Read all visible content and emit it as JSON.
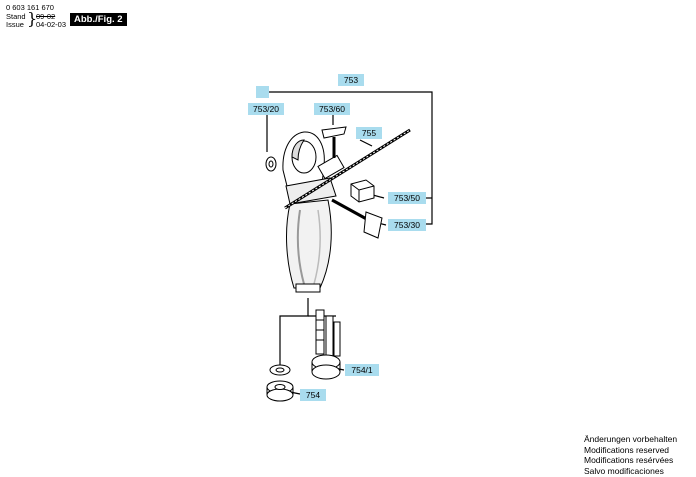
{
  "header": {
    "part_number": "0 603 161 670",
    "stand_label": "Stand",
    "issue_label": "Issue",
    "stand_value": "09-02",
    "issue_value": "04-02-03",
    "figure_tag": "Abb./Fig. 2"
  },
  "callouts": {
    "c753": "753",
    "c753_20": "753/20",
    "c753_60": "753/60",
    "c755": "755",
    "c753_50": "753/50",
    "c753_30": "753/30",
    "c754_1": "754/1",
    "c754": "754"
  },
  "notes": [
    "Änderungen vorbehalten",
    "Modifications reserved",
    "Modifications resérvées",
    "Salvo modificaciones"
  ],
  "colors": {
    "callout_fill": "#a9dcee",
    "line": "#000000"
  }
}
